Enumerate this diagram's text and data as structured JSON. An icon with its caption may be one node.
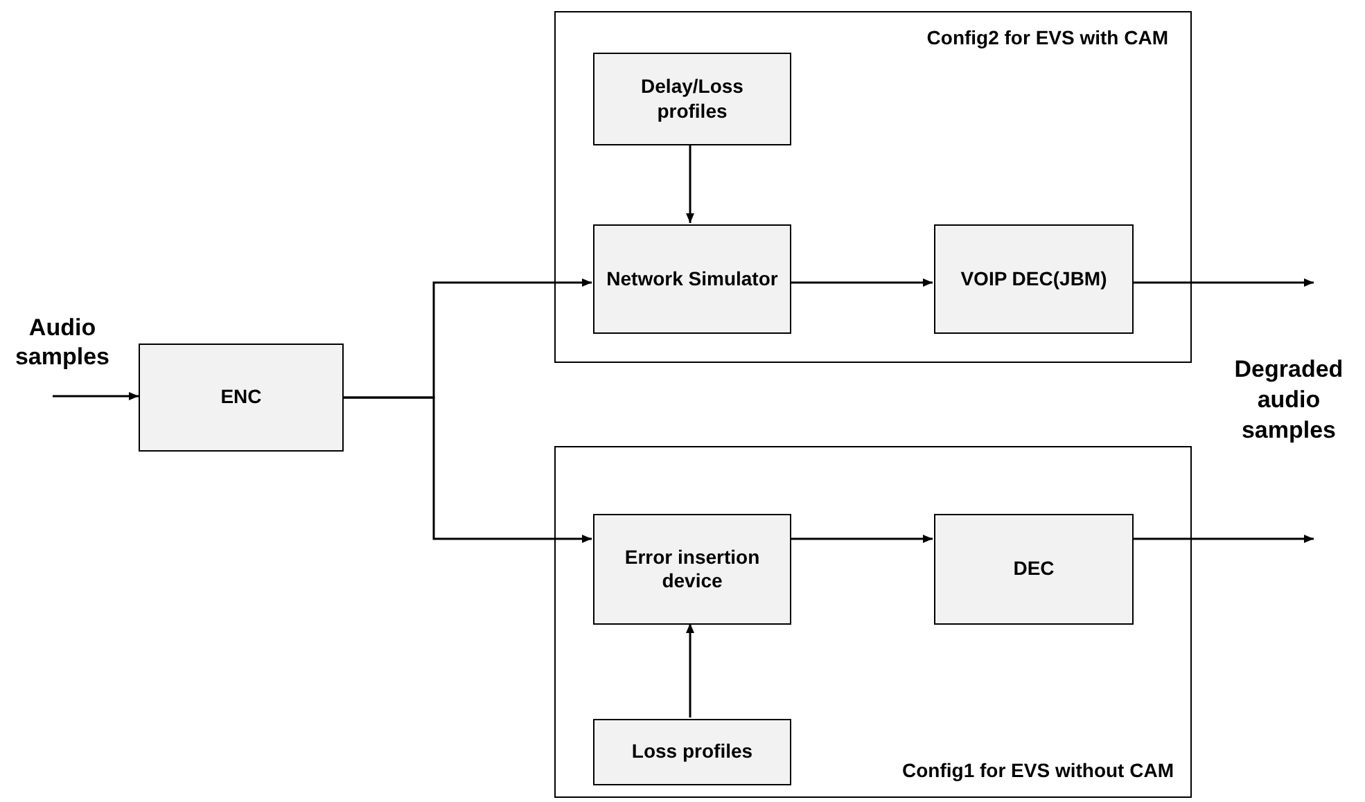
{
  "diagram": {
    "nodes": [
      {
        "text": [
          "Audio samples"
        ]
      },
      {
        "text": [
          "ENC"
        ]
      },
      {
        "text": [
          "Config2 for EVS with CAM"
        ]
      },
      {
        "text": [
          "Delay/Loss profiles"
        ],
        "in": 2
      },
      {
        "text": [
          "Network Simulator"
        ],
        "in": 2
      },
      {
        "text": [
          "VOIP DEC(JBM)"
        ],
        "in": 2
      },
      {
        "text": [
          "Config1 for EVS without CAM"
        ]
      },
      {
        "text": [
          "Error insertion device"
        ],
        "in": 6
      },
      {
        "text": [
          "DEC"
        ],
        "in": 6
      },
      {
        "text": [
          "Loss profiles"
        ],
        "in": 6
      }
    ],
    "edges": [
      {
        "from": 0,
        "to": 1,
        "arrow": "to"
      },
      {
        "from": 1,
        "to": 4,
        "arrow": "to"
      },
      {
        "from": 1,
        "to": 7,
        "arrow": "to"
      },
      {
        "from": 3,
        "to": 4,
        "arrow": "to"
      },
      {
        "from": 4,
        "to": 5,
        "arrow": "to"
      },
      {
        "from": 5,
        "to": null,
        "arrow": "to"
      },
      {
        "from": 7,
        "to": 8,
        "arrow": "to"
      },
      {
        "from": 8,
        "to": null,
        "arrow": "to"
      },
      {
        "from": 9,
        "to": 7,
        "arrow": "to"
      }
    ],
    "labels": [
      "Degraded audio samples"
    ]
  }
}
